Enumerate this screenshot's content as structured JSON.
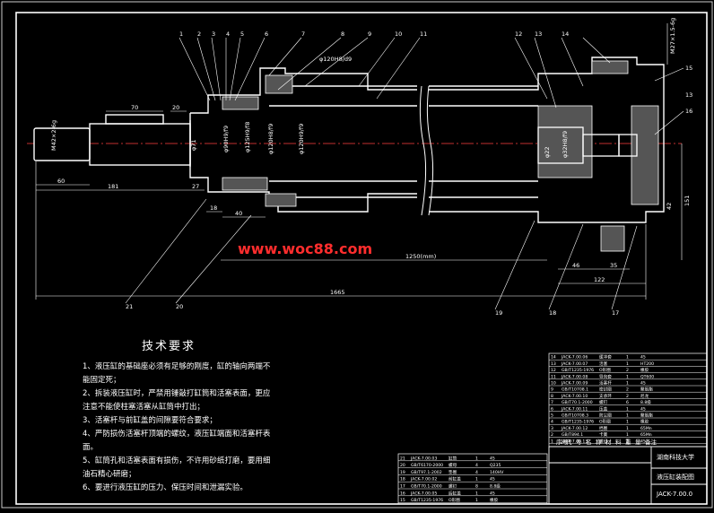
{
  "drawing": {
    "watermark": "www.woc88.com",
    "tech_title": "技术要求",
    "tech_notes": [
      "1、液压缸的基础座必须有足够的刚度，缸的轴向两端不",
      "能固定死；",
      "2、拆装液压缸时，严禁用锤敲打缸筒和活塞表面，更应",
      "注意不能使柱塞活塞从缸筒中打出；",
      "3、活塞杆与前缸盖的间隙要符合要求；",
      "4、严防损伤活塞杆顶端的螺纹，液压缸端面和活塞杆表",
      "面。",
      "5、缸筒孔和活塞表面有损伤，不许用砂纸打磨，要用细",
      "油石精心研磨；",
      "6、要进行液压缸的压力、保压时间和泄漏实验。"
    ],
    "part_numbers_top": [
      "1",
      "2",
      "3",
      "4",
      "5",
      "6",
      "7",
      "8",
      "9",
      "10",
      "11",
      "12",
      "13",
      "14"
    ],
    "part_numbers_bottom": [
      "21",
      "20",
      "19",
      "18",
      "17"
    ],
    "part_numbers_side": [
      "15",
      "16"
    ],
    "dimensions": {
      "d70": "70",
      "d20": "20",
      "d60": "60",
      "d181": "181",
      "d27": "27",
      "d18": "18",
      "d40": "40",
      "d1250": "1250(mm)",
      "d1665": "1665",
      "d46": "46",
      "d35": "35",
      "d122": "122",
      "d151": "151",
      "d42": "42",
      "d13": "13",
      "thread": "M42×2-6g",
      "phi120": "φ120H8/d9",
      "phi71": "φ71",
      "phi90": "φ90H9/f9",
      "phi125": "φ125H9/f8",
      "phi120b": "φ120H8/f9",
      "phi120c": "φ120H9/f9",
      "phi22": "φ22",
      "m27": "M27×1.5-6g",
      "phi32": "φ32H8/f9"
    },
    "title_block": {
      "company": "湖南科技大学",
      "drawing_name": "液压缸装配图",
      "code": "JACK-7.00.0",
      "header_cells": [
        "序号",
        "代",
        "号",
        "名",
        "称",
        "材",
        "料",
        "重",
        "量",
        "备注"
      ]
    },
    "bom_left": [
      [
        "21",
        "JACK-7.00.03",
        "缸筒",
        "1",
        "45"
      ],
      [
        "20",
        "GB/T6170-2000",
        "螺母",
        "4",
        "Q235"
      ],
      [
        "19",
        "GB/T97.1-2002",
        "垫圈",
        "4",
        "140HV"
      ],
      [
        "18",
        "JACK-7.00.02",
        "前缸盖",
        "1",
        "45"
      ],
      [
        "17",
        "GB/T70.1-2000",
        "螺钉",
        "8",
        "8.8级"
      ],
      [
        "16",
        "JACK-7.00.05",
        "后缸盖",
        "1",
        "45"
      ],
      [
        "15",
        "GB/T1235-1976",
        "O形圈",
        "1",
        "橡胶"
      ]
    ],
    "bom_right": [
      [
        "14",
        "JACK-7.00.06",
        "缓冲套",
        "1",
        "45"
      ],
      [
        "13",
        "JACK-7.00.07",
        "活塞",
        "1",
        "HT200"
      ],
      [
        "12",
        "GB/T1235-1976",
        "O形圈",
        "2",
        "橡胶"
      ],
      [
        "11",
        "JACK-7.00.08",
        "导向套",
        "1",
        "QT600"
      ],
      [
        "10",
        "JACK-7.00.09",
        "活塞杆",
        "1",
        "45"
      ],
      [
        "9",
        "GB/T10708.1",
        "密封圈",
        "2",
        "聚氨酯"
      ],
      [
        "8",
        "JACK-7.00.10",
        "支承环",
        "2",
        "尼龙"
      ],
      [
        "7",
        "GB/T70.1-2000",
        "螺钉",
        "6",
        "8.8级"
      ],
      [
        "6",
        "JACK-7.00.11",
        "压盖",
        "1",
        "45"
      ],
      [
        "5",
        "GB/T10708.3",
        "防尘圈",
        "1",
        "聚氨酯"
      ],
      [
        "4",
        "GB/T1235-1976",
        "O形圈",
        "1",
        "橡胶"
      ],
      [
        "3",
        "JACK-7.00.12",
        "挡圈",
        "1",
        "65Mn"
      ],
      [
        "2",
        "GB/T894.1",
        "卡簧",
        "1",
        "65Mn"
      ],
      [
        "1",
        "JACK-7.00.13",
        "螺母",
        "1",
        "45"
      ]
    ]
  }
}
